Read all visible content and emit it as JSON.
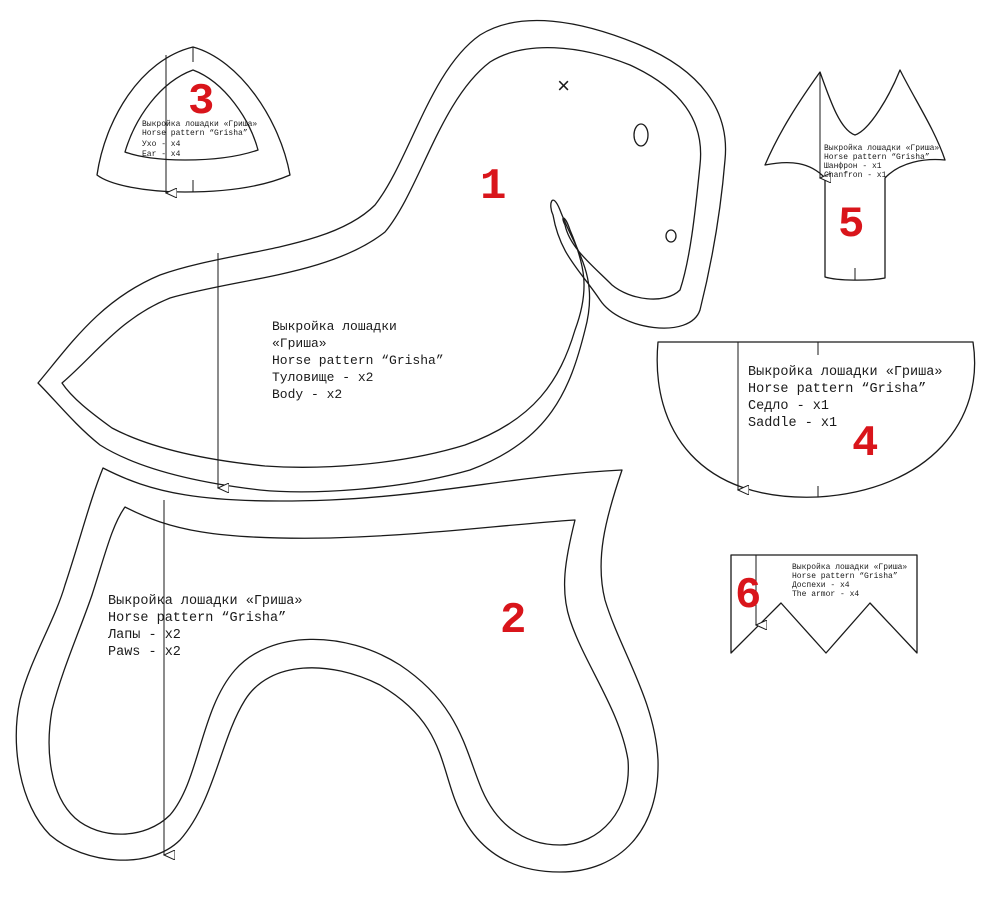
{
  "pieces": [
    {
      "id": "body",
      "number": "1",
      "lines": [
        "Выкройка лошадки",
        "«Гриша»",
        "Horse pattern “Grisha”",
        "Туловище  - x2",
        "Body - x2"
      ]
    },
    {
      "id": "paws",
      "number": "2",
      "lines": [
        "Выкройка лошадки «Гриша»",
        "Horse pattern “Grisha”",
        "Лапы - x2",
        "Paws - x2"
      ]
    },
    {
      "id": "ear",
      "number": "3",
      "lines": [
        "Выкройка лошадки «Гриша»",
        "Horse pattern “Grisha”",
        "Ухо - x4",
        "Ear - x4"
      ]
    },
    {
      "id": "saddle",
      "number": "4",
      "lines": [
        "Выкройка лошадки «Гриша»",
        "Horse pattern “Grisha”",
        "Седло - x1",
        "Saddle - x1"
      ]
    },
    {
      "id": "chanfron",
      "number": "5",
      "lines": [
        "Выкройка лошадки «Гриша»",
        "Horse pattern “Grisha”",
        "Шанфрон - x1",
        "Chanfron - x1"
      ]
    },
    {
      "id": "armor",
      "number": "6",
      "lines": [
        "Выкройка лошадки «Гриша»",
        "Horse pattern “Grisha”",
        "Доспехи - x4",
        "The armor - x4"
      ]
    }
  ],
  "marks": {
    "eye_cross": "×"
  }
}
